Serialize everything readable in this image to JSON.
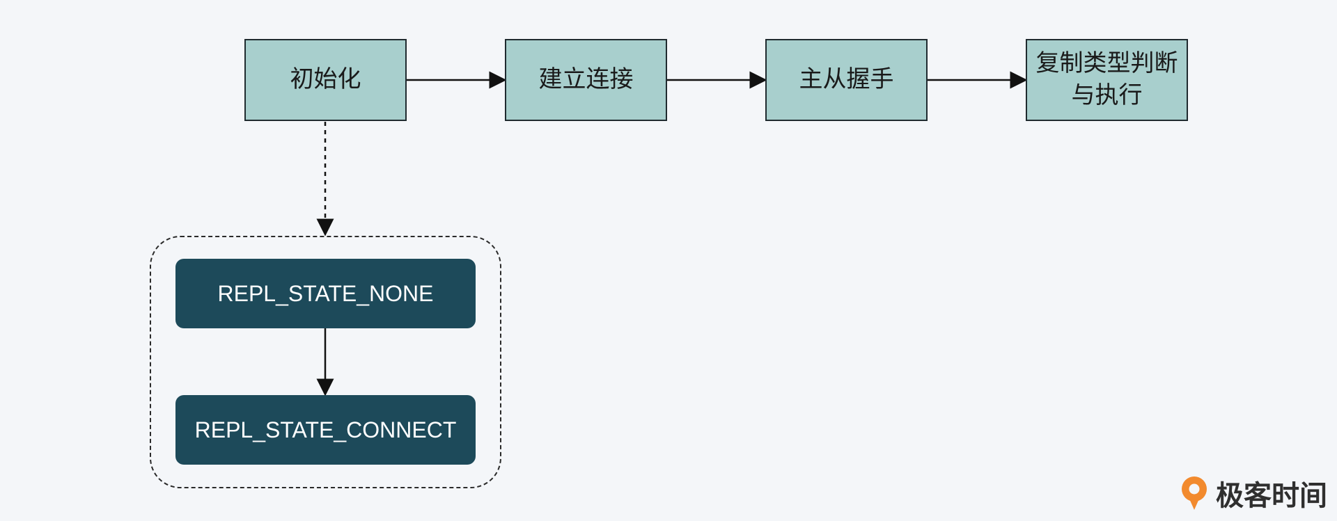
{
  "flow": {
    "steps": [
      {
        "label": "初始化"
      },
      {
        "label": "建立连接"
      },
      {
        "label": "主从握手"
      },
      {
        "label": "复制类型判断\n与执行"
      }
    ]
  },
  "states": [
    {
      "label": "REPL_STATE_NONE"
    },
    {
      "label": "REPL_STATE_CONNECT"
    }
  ],
  "brand": {
    "name": "极客时间",
    "logo_icon": "geektime-logo-icon",
    "colors": {
      "logo": "#f28a2e",
      "text": "#2f2f2f"
    }
  },
  "colors": {
    "step_fill": "#a8cfcd",
    "state_fill": "#1d4a5a",
    "background": "#f4f6f9",
    "line": "#111111"
  }
}
